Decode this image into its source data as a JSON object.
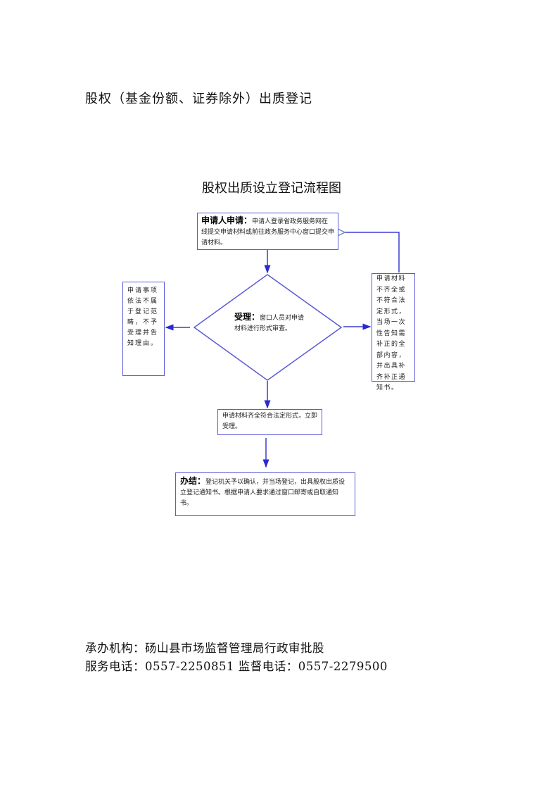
{
  "document": {
    "title": "股权（基金份额、证券除外）出质登记"
  },
  "flowchart": {
    "title": "股权出质设立登记流程图",
    "apply": {
      "label": "申请人申请：",
      "text": "申请人登录省政务服务网在线提交申请材料或前往政务服务中心窗口提交申请材料。"
    },
    "accept_check": {
      "label": "受理：",
      "text": "窗口人员对申请材料进行形式审查。"
    },
    "reject": {
      "text": "申请事项依法不属于登记范畴，不予受理并告知理由。"
    },
    "supplement": {
      "text": "申请材料不齐全或不符合法定形式，当场一次性告知需补正的全部内容，并出具补齐补正通知书。"
    },
    "accepted": {
      "text": "申请材料齐全符合法定形式，立即受理。"
    },
    "complete": {
      "label": "办结：",
      "text": "登记机关予以确认，并当场登记，出具股权出质设立登记通知书。根据申请人要求通过窗口邮寄或自取通知书。"
    },
    "line_color": "#3b3bd6"
  },
  "footer": {
    "org": "承办机构：砀山县市场监督管理局行政审批股",
    "phones": "服务电话：0557-2250851 监督电话：0557-2279500"
  }
}
